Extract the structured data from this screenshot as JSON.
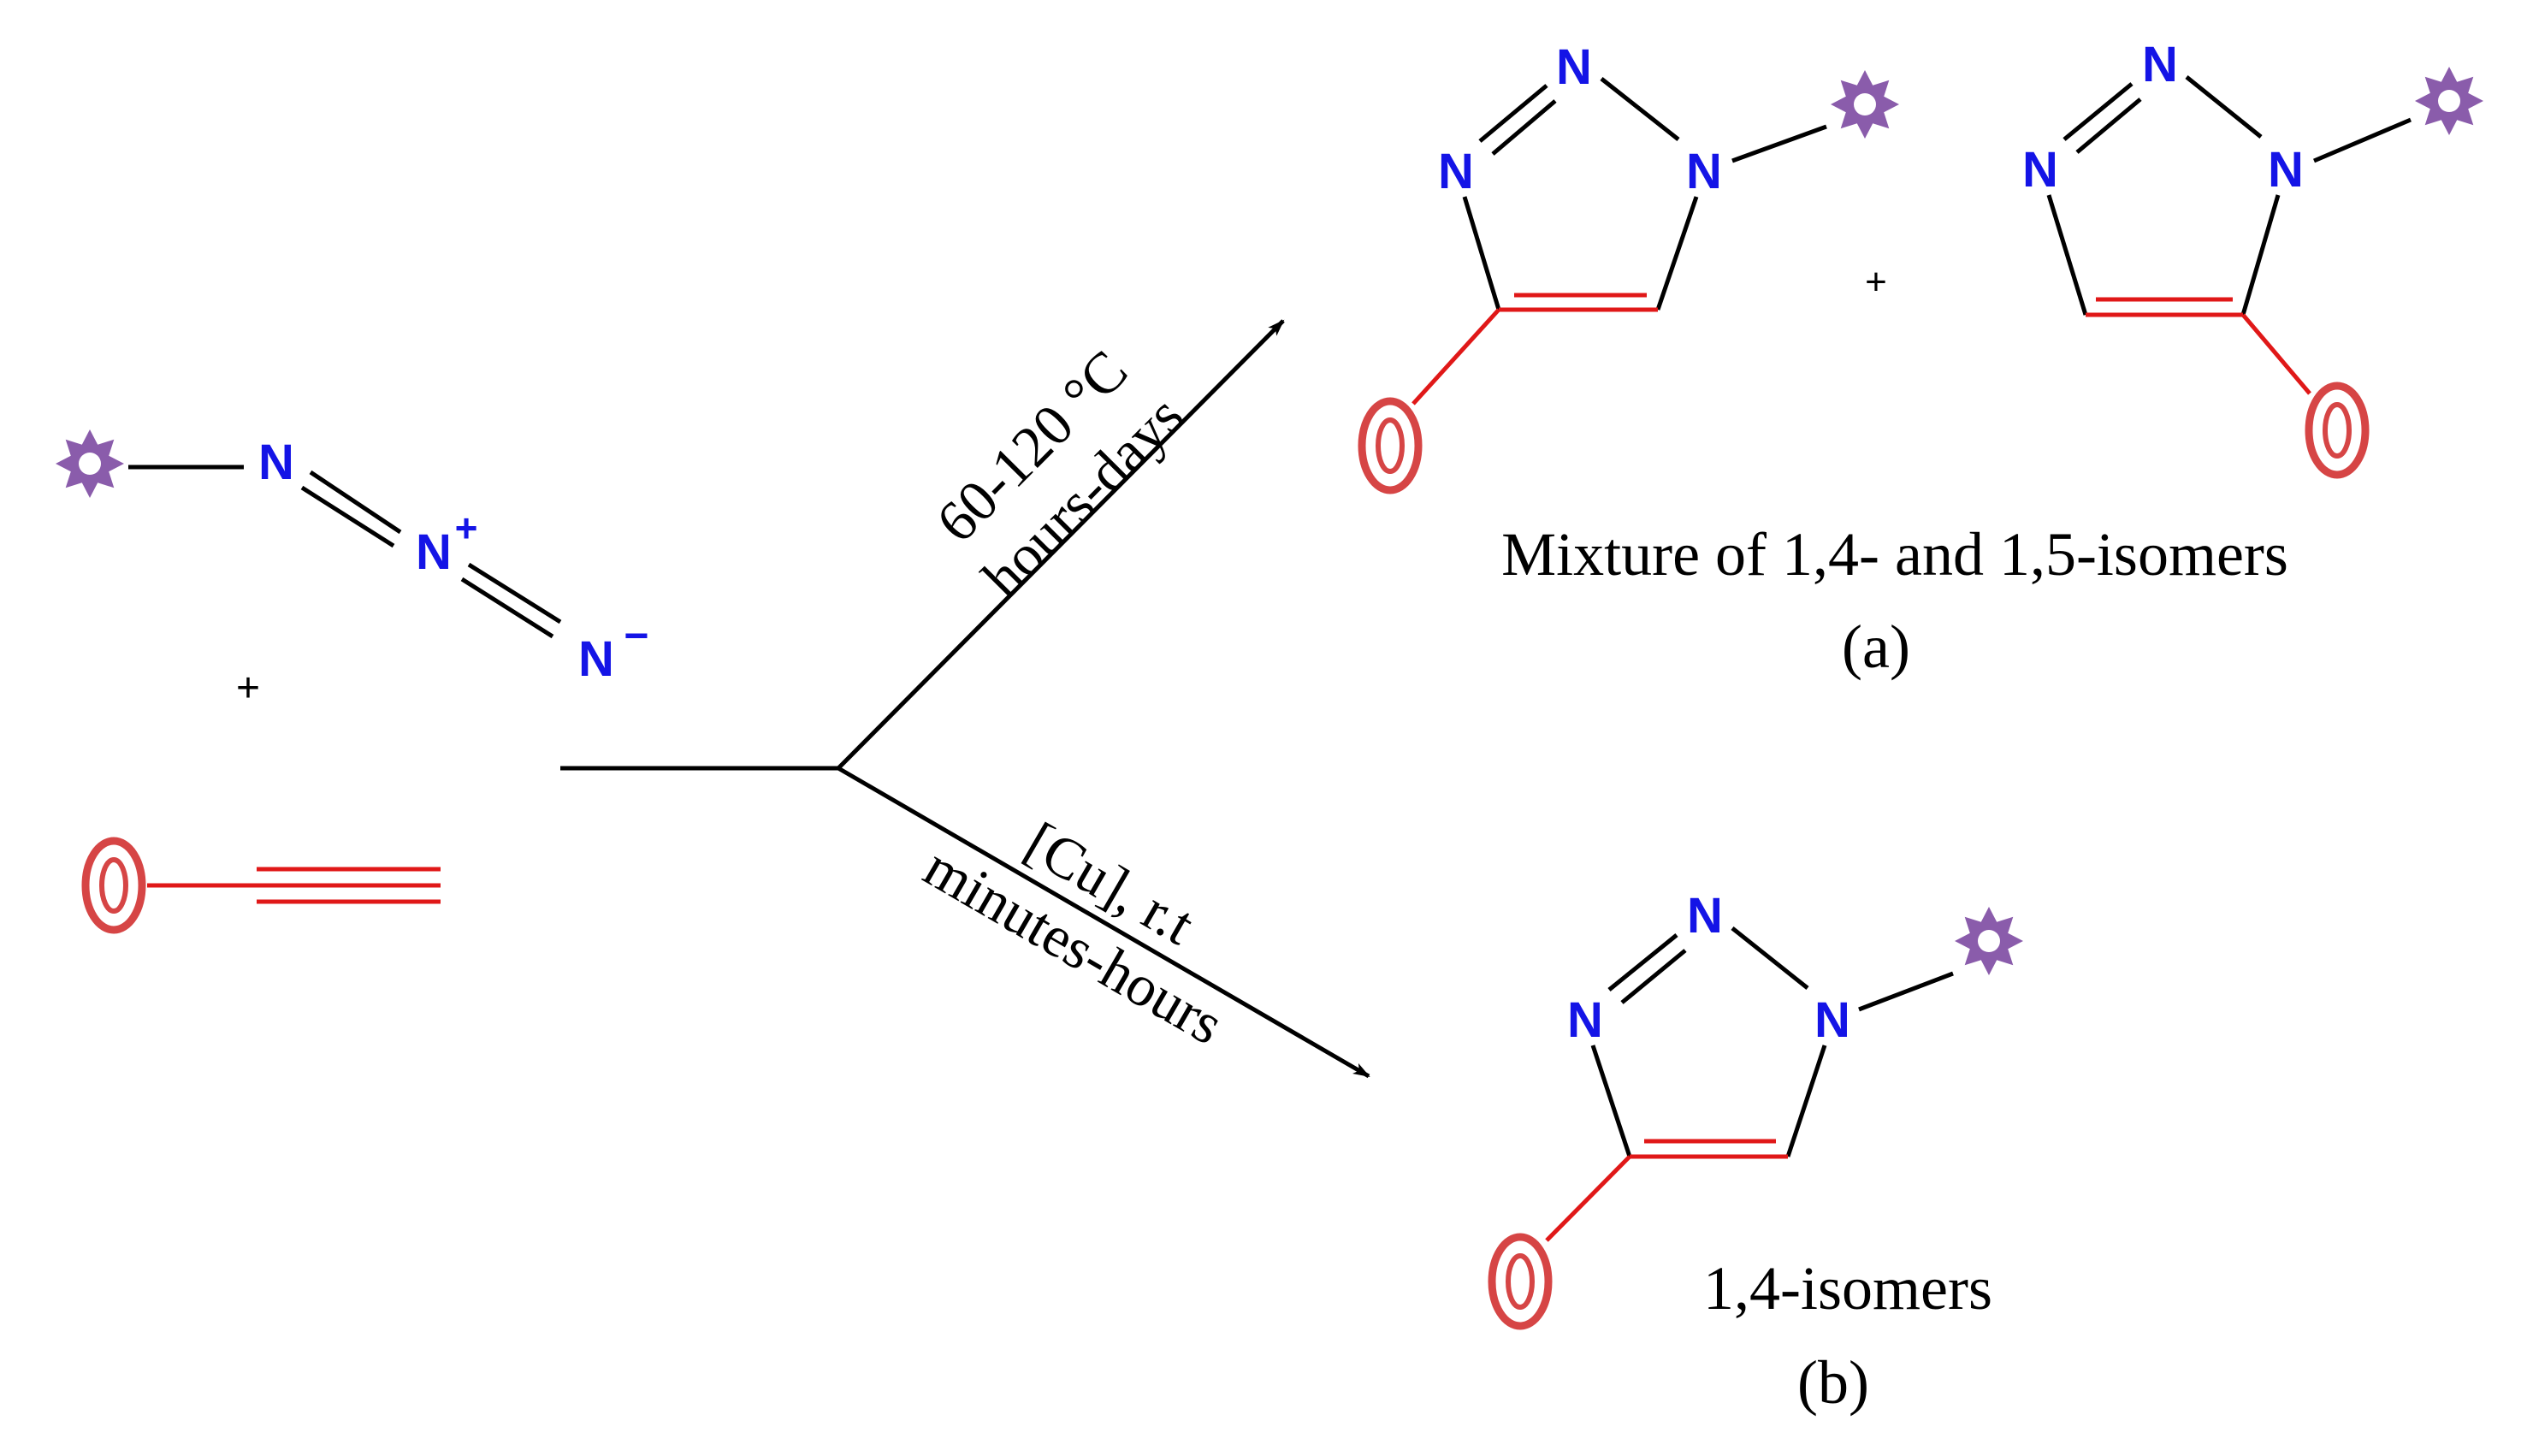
{
  "reactants": {
    "azide": {
      "atom_n1": "N",
      "atom_n2": "N",
      "charge_n2": "+",
      "atom_n3": "N",
      "charge_n3": "−"
    },
    "plus": "+",
    "alkyne": {}
  },
  "conditions": {
    "thermal_line1": "60-120 °C",
    "thermal_line2": "hours-days",
    "copper_line1": "[Cu], r.t",
    "copper_line2": "minutes-hours"
  },
  "product_a": {
    "isomer_14": {
      "atom_n1": "N",
      "atom_n2": "N",
      "atom_n3": "N"
    },
    "plus": "+",
    "isomer_15": {
      "atom_n1": "N",
      "atom_n2": "N",
      "atom_n3": "N"
    },
    "caption": "Mixture of 1,4- and 1,5-isomers",
    "label": "(a)"
  },
  "product_b": {
    "isomer_14": {
      "atom_n1": "N",
      "atom_n2": "N",
      "atom_n3": "N"
    },
    "caption": "1,4-isomers",
    "label": "(b)"
  },
  "colors": {
    "nitrogen": "#1414e6",
    "alkyne_bond": "#e01818",
    "ring_substituent": "#d64545",
    "star_substituent": "#8a5cab",
    "arrows": "#000000"
  }
}
